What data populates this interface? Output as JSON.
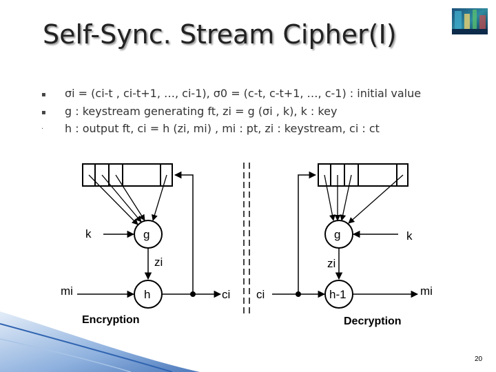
{
  "title": "Self-Sync. Stream Cipher(I)",
  "bullets": [
    {
      "mark": "▪",
      "text": "σi = (ci-t , ci-t+1, …, ci-1),  σ0  = (c-t, c-t+1, …, c-1) : initial value"
    },
    {
      "mark": "▪",
      "text": "g : keystream generating ft,  zi = g (σi , k), k : key"
    },
    {
      "mark": ".",
      "text": " h : output ft,  ci = h (zi, mi) , mi : pt, zi : keystream, ci : ct"
    }
  ],
  "diagram": {
    "encryption": {
      "key_label": "k",
      "g_label": "g",
      "z_label": "zi",
      "m_label": "mi",
      "h_label": "h",
      "c_label": "ci",
      "caption": "Encryption"
    },
    "decryption": {
      "key_label": "k",
      "g_label": "g",
      "z_label": "zi",
      "c_label": "ci",
      "hinv_label": "h-1",
      "m_label": "mi",
      "caption": "Decryption"
    }
  },
  "page_number": "20",
  "colors": {
    "title": "#222222",
    "decoration": "#2f63b0",
    "decoration_light": "#a9c4e6"
  },
  "logo_icon": "logo-image-icon"
}
